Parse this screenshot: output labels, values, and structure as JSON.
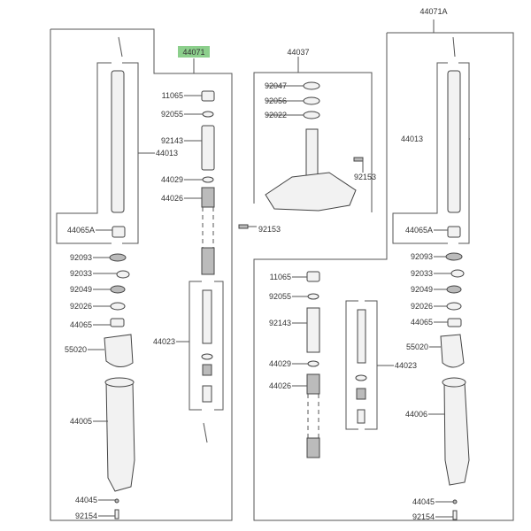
{
  "diagram": {
    "highlight_color": "#8ccf8c",
    "left_assembly": {
      "assembly_label": "44071",
      "parts": [
        "11065",
        "92055",
        "92143",
        "44013",
        "44029",
        "44026",
        "44065A",
        "92093",
        "92033",
        "92049",
        "92026",
        "44065",
        "55020",
        "44023",
        "44005",
        "44045",
        "92154"
      ]
    },
    "center_assembly": {
      "assembly_label": "44037",
      "parts": [
        "92047",
        "92056",
        "92022",
        "92153",
        "92153"
      ]
    },
    "right_assembly": {
      "assembly_label": "44071A",
      "parts": [
        "44013",
        "44065A",
        "92093",
        "92033",
        "92049",
        "92026",
        "44065",
        "55020",
        "44023",
        "44006",
        "44045",
        "92154",
        "11065",
        "92055",
        "92143",
        "44029",
        "44026"
      ]
    }
  }
}
